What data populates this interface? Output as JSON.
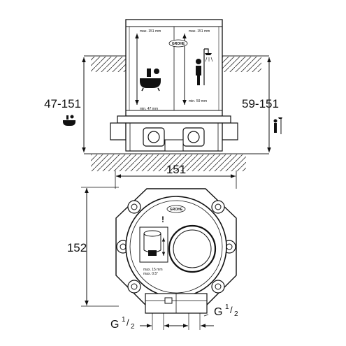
{
  "side_view": {
    "label_left": "47-151",
    "label_right": "59-151",
    "box_top_left": "max. 151 mm",
    "box_top_right": "max. 151 mm",
    "box_bottom_left": "min. 47 mm",
    "box_bottom_right": "min. 59 mm",
    "brand": "GROHE"
  },
  "top_view": {
    "width_label": "151",
    "height_label": "152",
    "brand": "GROHE",
    "note_line1": "max. 15 mm",
    "note_line2": "max. 0.5\"",
    "port_left": {
      "base": "G",
      "num": "1",
      "den": "2"
    },
    "port_right": {
      "base": "G",
      "num": "1",
      "den": "2"
    }
  }
}
